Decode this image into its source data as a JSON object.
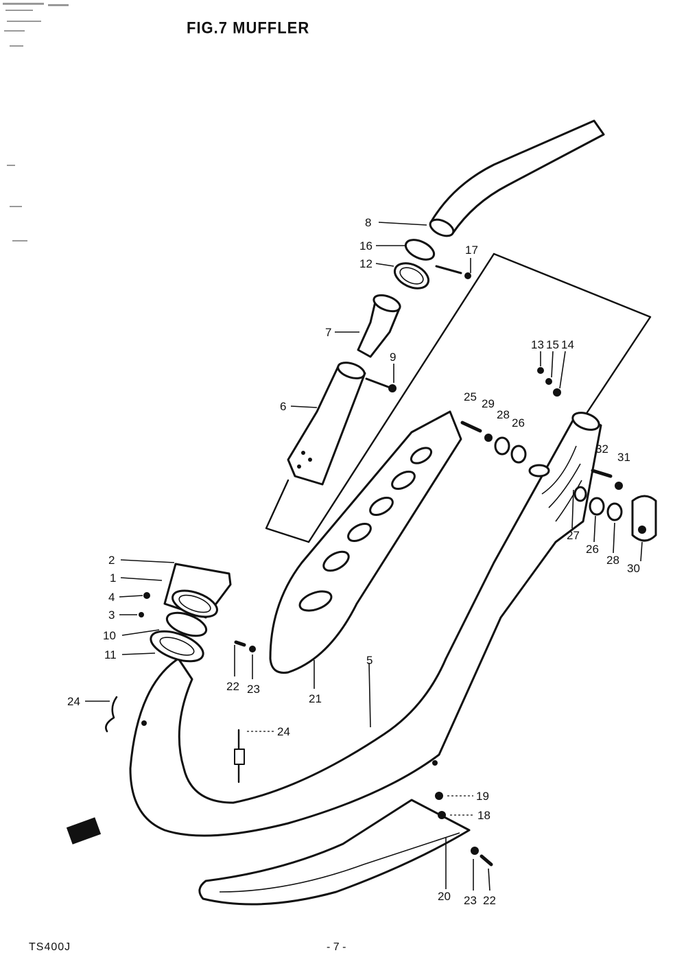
{
  "header": {
    "title": "FIG.7  MUFFLER"
  },
  "footer": {
    "model_code": "TS400J",
    "page_marker": "- 7 -"
  },
  "callouts": [
    {
      "id": "8",
      "text": "8"
    },
    {
      "id": "16",
      "text": "16"
    },
    {
      "id": "12",
      "text": "12"
    },
    {
      "id": "17",
      "text": "17"
    },
    {
      "id": "7",
      "text": "7"
    },
    {
      "id": "9",
      "text": "9"
    },
    {
      "id": "6",
      "text": "6"
    },
    {
      "id": "13",
      "text": "13"
    },
    {
      "id": "15",
      "text": "15"
    },
    {
      "id": "14",
      "text": "14"
    },
    {
      "id": "25a",
      "text": "25"
    },
    {
      "id": "29",
      "text": "29"
    },
    {
      "id": "28a",
      "text": "28"
    },
    {
      "id": "26a",
      "text": "26"
    },
    {
      "id": "32",
      "text": "32"
    },
    {
      "id": "31",
      "text": "31"
    },
    {
      "id": "27",
      "text": "27"
    },
    {
      "id": "26b",
      "text": "26"
    },
    {
      "id": "28b",
      "text": "28"
    },
    {
      "id": "30",
      "text": "30"
    },
    {
      "id": "2",
      "text": "2"
    },
    {
      "id": "1",
      "text": "1"
    },
    {
      "id": "4",
      "text": "4"
    },
    {
      "id": "3",
      "text": "3"
    },
    {
      "id": "10",
      "text": "10"
    },
    {
      "id": "11",
      "text": "11"
    },
    {
      "id": "22a",
      "text": "22"
    },
    {
      "id": "23a",
      "text": "23"
    },
    {
      "id": "21",
      "text": "21"
    },
    {
      "id": "5",
      "text": "5"
    },
    {
      "id": "24a",
      "text": "24"
    },
    {
      "id": "24b",
      "text": "24"
    },
    {
      "id": "19",
      "text": "19"
    },
    {
      "id": "18",
      "text": "18"
    },
    {
      "id": "20",
      "text": "20"
    },
    {
      "id": "23b",
      "text": "23"
    },
    {
      "id": "22b",
      "text": "22"
    }
  ]
}
